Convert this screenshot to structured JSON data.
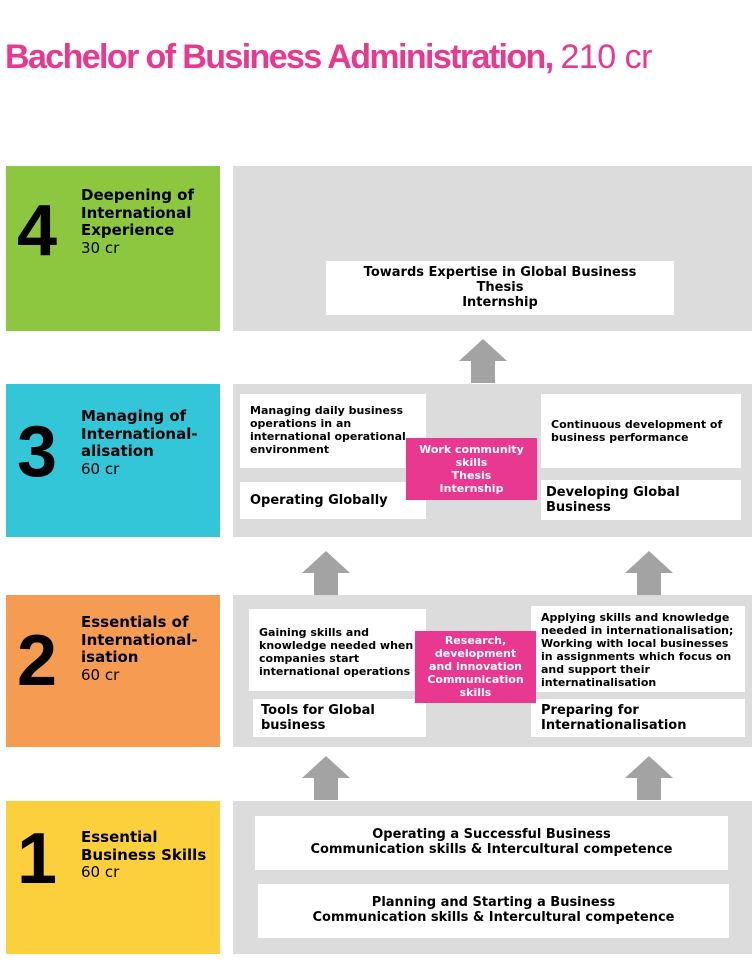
{
  "title": {
    "main": "Bachelor of Business Administration,",
    "credits": "210 cr"
  },
  "colors": {
    "title": "#e8388f",
    "level4": "#8dc63f",
    "level3": "#33c6d8",
    "level2": "#f59c52",
    "level1": "#fccf3d",
    "panel": "#dcdcdd",
    "highlight": "#e8388f",
    "arrow": "#a3a3a3"
  },
  "levels": [
    {
      "number": "4",
      "name_lines": [
        "Deepening of",
        "International",
        "Experience"
      ],
      "credits": "30 cr"
    },
    {
      "number": "3",
      "name_lines": [
        "Managing of",
        "International-",
        "alisation"
      ],
      "credits": "60 cr"
    },
    {
      "number": "2",
      "name_lines": [
        "Essentials of",
        "International-",
        "isation"
      ],
      "credits": "60 cr"
    },
    {
      "number": "1",
      "name_lines": [
        "Essential",
        "Business Skills"
      ],
      "credits": "60 cr"
    }
  ],
  "level4": {
    "box_lines": [
      "Towards Expertise in Global Business",
      "Thesis",
      "Internship"
    ]
  },
  "level3": {
    "left_desc": [
      "Managing daily business",
      "operations in an",
      "international operational",
      "environment"
    ],
    "left_title": "Operating Globally",
    "center": [
      "Work community",
      "skills",
      "Thesis",
      "Internship"
    ],
    "right_desc": [
      "Continuous development of",
      "business performance"
    ],
    "right_title": [
      "Developing Global",
      "Business"
    ]
  },
  "level2": {
    "left_desc": [
      "Gaining skills and",
      "knowledge needed when",
      "companies start",
      "international operations"
    ],
    "left_title": [
      "Tools for Global",
      "business"
    ],
    "center": [
      "Research,",
      "development",
      "and innovation",
      "Communication",
      "skills"
    ],
    "right_desc": [
      "Applying skills and knowledge",
      "needed in internationalisation;",
      "Working with local businesses",
      "in assignments which focus on",
      "and support their",
      "internatinalisation"
    ],
    "right_title": [
      "Preparing for",
      "Internationalisation"
    ]
  },
  "level1": {
    "box1": [
      "Operating a Successful Business",
      "Communication skills & Intercultural competence"
    ],
    "box2": [
      "Planning and Starting a Business",
      "Communication skills & Intercultural competence"
    ]
  }
}
